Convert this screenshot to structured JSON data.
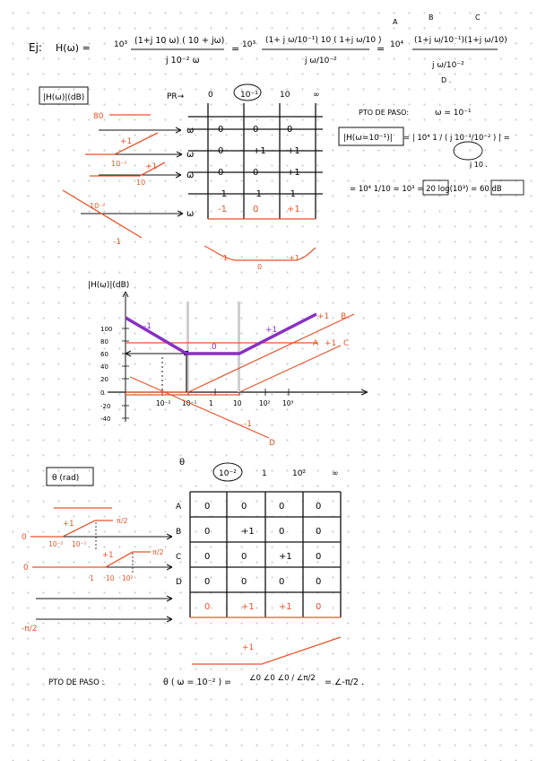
{
  "colors": {
    "ink": "#111111",
    "accent": "#e8542a",
    "highlight": "#8a2fc3",
    "grid": "#bfbfbf"
  },
  "header": {
    "label": "Ej:",
    "h": "H(ω) =",
    "t1_coef": "10³",
    "t1_num": "(1+j 10 ω) ( 10 + jω)",
    "t1_den": "j 10⁻² ω",
    "eq": "=",
    "t2_coef": "10³",
    "t2_num": "(1+ j ω/10⁻¹)  10 ( 1+j ω/10 )",
    "t2_den": "j ω/10⁻²",
    "t3_coef": "10⁴",
    "t3_num": "(1+j ω/10⁻¹)(1+j ω/10)",
    "t3_den": "j ω/10⁻²",
    "letter_a": "A",
    "letter_b": "B",
    "letter_c": "C",
    "letter_d": "D ."
  },
  "mag_section": {
    "title": "|H(ω)|(dB)",
    "sketch": {
      "level": "80",
      "plus1a": "+1",
      "plus1b": "+1",
      "tick1": "10⁻¹",
      "tick2": "10",
      "tick3": "10⁻²",
      "minus1": "-1"
    },
    "table": {
      "corner": "PR→",
      "headers": [
        "0",
        "10⁻¹",
        "10",
        "∞"
      ],
      "rows": [
        [
          "0",
          "0",
          "0"
        ],
        [
          "0",
          "+1",
          "+1"
        ],
        [
          "0",
          "0",
          "+1"
        ],
        [
          "-1",
          "-1",
          "-1"
        ]
      ],
      "sum": [
        "-1",
        "0",
        "+1"
      ],
      "slope_labels": [
        "-1",
        "0",
        "+1"
      ]
    },
    "pto": {
      "label": "PTO DE PASO:",
      "cond": "ω = 10⁻¹",
      "lhs": "|H(ω=10⁻¹)|",
      "rhs1": "= | 10⁴  1 / ( j 10⁻¹/10⁻² ) | =",
      "rhs2": "j 10 .",
      "res": "= 10⁴  1/10  = 10³ = 20 log(10³) = 60 dB"
    }
  },
  "bode_mag": {
    "ylabel": "|H(ω)|(dB)",
    "yticks": [
      "100",
      "80",
      "60",
      "40",
      "20",
      "0",
      "-20",
      "-40"
    ],
    "xticks": [
      "10⁻²",
      "10⁻¹",
      "1",
      "10",
      "10²",
      "10³"
    ],
    "seg_labels": {
      "left": "-1",
      "mid": "0",
      "right": "+1"
    },
    "curve_labels": {
      "b_slope": "+1",
      "b": "B",
      "a": "A",
      "c_slope": "+1",
      "c": "C",
      "d_slope": "-1",
      "d": "D"
    }
  },
  "phase_section": {
    "title": "θ (rad)",
    "sketch": {
      "zero_a": "0",
      "plus1a": "+1",
      "pi2a": "π/2",
      "t1": "10⁻²",
      "t2": "10⁻¹",
      "zero_b": "0",
      "plus1b": "+1",
      "pi2b": "π/2",
      "t3": "1",
      "t4": "10",
      "t5": "10²",
      "minus_pi2": "-π/2"
    },
    "table": {
      "corner": "θ",
      "headers": [
        "10⁻²",
        "1",
        "10²",
        "∞"
      ],
      "row_labels": [
        "A",
        "B",
        "C",
        "D"
      ],
      "rows": [
        [
          "0",
          "0",
          "0",
          "0"
        ],
        [
          "0",
          "+1",
          "0",
          "0"
        ],
        [
          "0",
          "0",
          "+1",
          "0"
        ],
        [
          "0",
          "0",
          "0",
          "0"
        ]
      ],
      "sum": [
        "0",
        "+1",
        "+1",
        "0"
      ],
      "slope_label": "+1"
    },
    "pto": {
      "label": "PTO DE PASO :",
      "expr": "θ ( ω = 10⁻² ) =",
      "frac": "∠0  ∠0 ∠0 / ∠π/2",
      "res": "= ∠-π/2 ."
    }
  }
}
